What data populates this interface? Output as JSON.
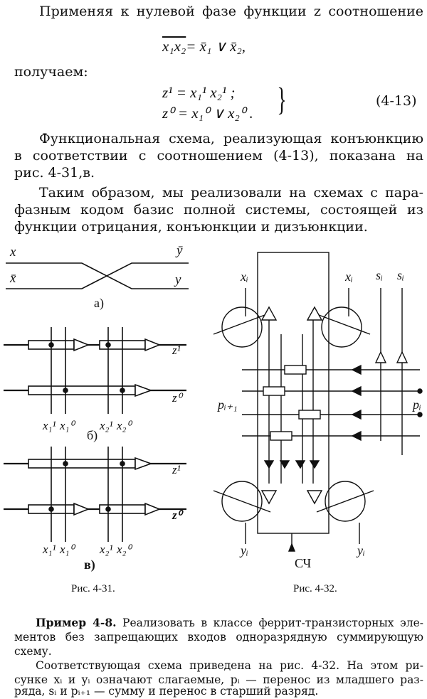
{
  "text": {
    "p1_line1": "Применяя к нулевой фазе функции z соотношение",
    "formula_lhs": "x₁x₂",
    "formula_rhs": "= x̄₁ ∨ x̄₂,",
    "p1_line2": "получаем:",
    "eq1": "z¹ = x₁¹ x₂¹ ;",
    "eq2": "z⁰ = x₁⁰ ∨ x₂⁰ .",
    "eq_number": "(4-13)",
    "p2_lines": [
      "Функциональная схема, реализующая конъюнкцию",
      "в соответствии с соотношением (4-13), показана на",
      "рис. 4-31,в."
    ],
    "p3_lines": [
      "Таким образом, мы реализовали на схемах с пара-",
      "фазным кодом базис полной системы, состоящей из",
      "функции отрицания, конъюнкции и дизъюнкции."
    ],
    "example_bold": "Пример 4-8.",
    "example_lines": [
      " Реализовать в классе феррит-транзисторных эле-",
      "ментов без запрещающих входов одноразрядную суммирующую",
      "схему."
    ],
    "p4_lines": [
      "Соответствующая схема приведена на рис. 4-32. На этом ри-",
      "сунке xᵢ и yᵢ означают слагаемые, pᵢ — перенос из младшего раз-",
      "ряда, sᵢ и pᵢ₊₁ — сумму и перенос в старший разряд."
    ]
  },
  "fig431": {
    "caption": "Рис. 4-31.",
    "a": {
      "label": "а)",
      "x": "x",
      "xbar": "x̄",
      "ybar": "ȳ",
      "y": "y"
    },
    "b": {
      "label": "б)",
      "z1": "z¹",
      "z0": "z⁰",
      "x11": "x₁¹",
      "x10": "x₁⁰",
      "x21": "x₂¹",
      "x20": "x₂⁰"
    },
    "v": {
      "label": "в)",
      "z1": "z¹",
      "z0": "z⁰",
      "x11": "x₁¹",
      "x10": "x₁⁰",
      "x21": "x₂¹",
      "x20": "x₂⁰"
    }
  },
  "fig432": {
    "caption": "Рис. 4-32.",
    "xi_left": "xᵢ",
    "xi_right": "xᵢ",
    "si_1": "sᵢ",
    "si_2": "sᵢ",
    "p_next": "pᵢ₊₁",
    "p_i": "pᵢ",
    "yi_left": "yᵢ",
    "yi_right": "yᵢ",
    "sch": "СЧ"
  }
}
